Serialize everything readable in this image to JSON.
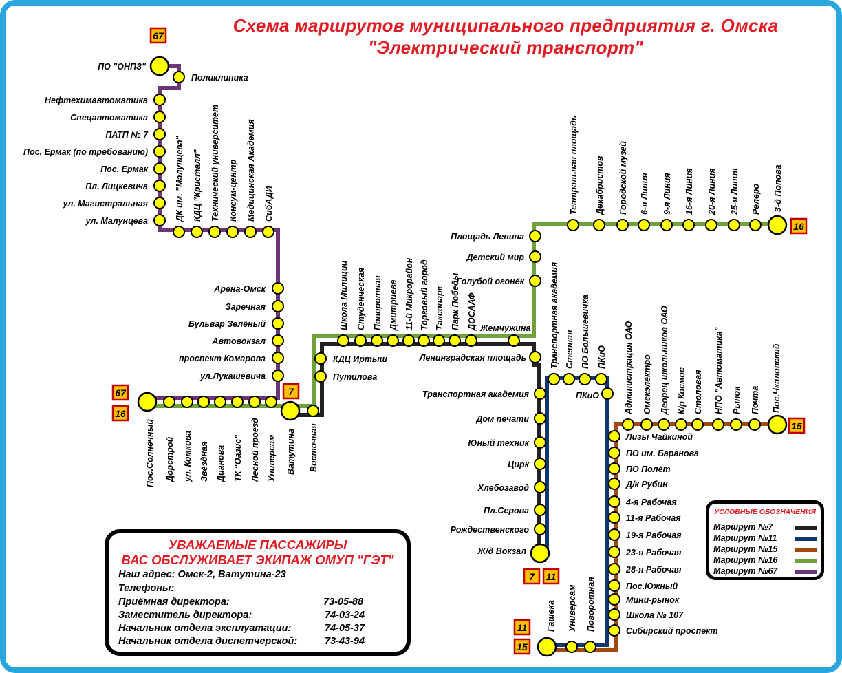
{
  "title": {
    "line1": "Схема маршрутов муниципального предприятия г. Омска",
    "line2": "\"Электрический транспорт\""
  },
  "colors": {
    "route7": "#222222",
    "route11": "#10366b",
    "route15": "#a3480f",
    "route16": "#71a13b",
    "route67": "#6b3576",
    "stop": "#ffff00",
    "badge_bg": "#ffc000",
    "badge_border": "#c00000"
  },
  "badges": {
    "b67_top": "67",
    "b67_left": "67",
    "b16_left": "16",
    "b7_vatutina": "7",
    "b16_right": "16",
    "b15_right": "15",
    "b7_bottom": "7",
    "b11_bottom": "11",
    "b11_gashek": "11",
    "b15_gashek": "15"
  },
  "stops": {
    "onpz": "ПО \"ОНПЗ\"",
    "poliklinika": "Поликлиника",
    "route67_north": [
      "Нефтехимавтоматика",
      "Спецавтоматика",
      "ПАТП № 7",
      "Пос. Ермак (по требованию)",
      "Пос. Ермак",
      "Пл. Лицкевича",
      "ул. Магистральная",
      "ул. Малунцева"
    ],
    "route67_vertical_labels": [
      "ДК  им. \"Малунцева\"",
      "КДЦ \"Кристалл\"",
      "Технический университет",
      "Консум-центр",
      "Медицинская Академия",
      "СибАДИ"
    ],
    "route67_east": [
      "Арена-Омск",
      "Заречная",
      "Бульвар Зелёный",
      "Автовокзал",
      "проспект Комарова",
      "ул.Лукашевича"
    ],
    "west_bottom": [
      "Пос.Солнечный",
      "Дорстрой",
      "ул. Комкова",
      "Звёздная",
      "Дианова",
      "ТК \"Оазис\"",
      "Лесной проезд",
      "Универсам",
      "Ватутина",
      "Восточная"
    ],
    "kdc_irtysh": "КДЦ Иртыш",
    "putilova": "Путилова",
    "center_top": [
      "Школа Милиции",
      "Студенческая",
      "Поворотная",
      "Дмитриева",
      "11-й Микрорайон",
      "Торговый город",
      "Таксопарк",
      "Парк Победы",
      "ДОСААФ"
    ],
    "zhemchuzhina": "Жемчужина",
    "leningrad": "Ленинградская площадь",
    "route16_vertical": [
      "Площадь Ленина",
      "Детский мир",
      "Голубой огонёк"
    ],
    "route16_east": [
      "Театральная площадь",
      "Декабристов",
      "Городской музей",
      "6-я Линия",
      "9-я Линия",
      "16-я Линия",
      "20-я Линия",
      "25-я Линия",
      "Релеро",
      "3-д Попова"
    ],
    "route7_south": [
      "Транспортная академия",
      "Дом печати",
      "Юный техник",
      "Цирк",
      "Хлебозавод",
      "Пл.Серова",
      "Рождественского",
      "Ж/д Вокзал"
    ],
    "route11_top": [
      "Транспортная академия",
      "Степная",
      "ПО Большевичка",
      "ПКиО"
    ],
    "pkio_right": "ПКиО",
    "route15_east": [
      "Администрация ОАО",
      "Омскэлектро",
      "Деорец школьников ОАО",
      "К/р Космос",
      "Столовая",
      "НПО \"Автоматика\"",
      "Рынок",
      "Почта",
      "Пос.Чкаловский"
    ],
    "route15_south": [
      "Лизы Чайкиной",
      "ПО им. Баранова",
      "ПО Полёт",
      "Д/к Рубин",
      "4-я Рабочая",
      "11-я Рабочая",
      "19-я Рабочая",
      "23-я Рабочая",
      "28-я Рабочая",
      "Пос.Южный",
      "Мини-рынок",
      "Школа № 107",
      "Сибирский проспект"
    ],
    "gashek_bottom": [
      "Гашека",
      "Универсам",
      "Поворотная"
    ]
  },
  "info": {
    "heading1": "УВАЖАЕМЫЕ ПАССАЖИРЫ",
    "heading2": "ВАС ОБСЛУЖИВАЕТ ЭКИПАЖ ОМУП \"ГЭТ\"",
    "address": "Наш адрес: Омск-2, Ватутина-23",
    "phones_label": "Телефоны:",
    "phones": [
      {
        "label": "Приёмная директора:",
        "value": "73-05-88"
      },
      {
        "label": "Заместитель директора:",
        "value": "74-03-24"
      },
      {
        "label": "Начальник отдела эксплуатации:",
        "value": "74-05-37"
      },
      {
        "label": "Начальник отдела диспетчерской:",
        "value": "73-43-94"
      }
    ]
  },
  "legend": {
    "title": "УСЛОВНЫЕ ОБОЗНАЧЕНИЯ",
    "items": [
      {
        "label": "Маршрут №7",
        "color": "#222222"
      },
      {
        "label": "Маршрут №11",
        "color": "#10366b"
      },
      {
        "label": "Маршрут №15",
        "color": "#a3480f"
      },
      {
        "label": "Маршрут №16",
        "color": "#71a13b"
      },
      {
        "label": "Маршрут №67",
        "color": "#6b3576"
      }
    ]
  }
}
